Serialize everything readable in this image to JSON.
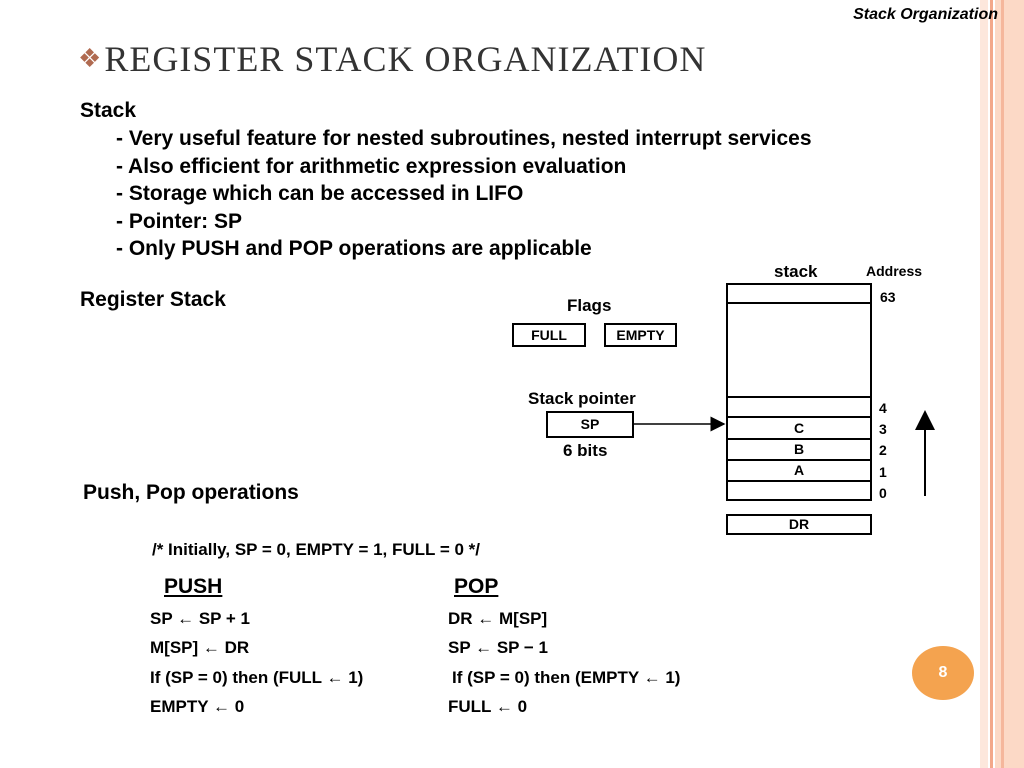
{
  "header": {
    "corner_title": "Stack Organization",
    "bullet_icon": "diamond-bullet-icon",
    "slide_title": "REGISTER  STACK  ORGANIZATION"
  },
  "stack_section": {
    "heading": "Stack",
    "bullets": [
      "- Very useful feature for nested subroutines, nested interrupt services",
      "- Also efficient for arithmetic expression evaluation",
      "- Storage which can be accessed in LIFO",
      "- Pointer:  SP",
      "- Only PUSH and POP operations are applicable"
    ]
  },
  "register_stack": {
    "heading": "Register Stack"
  },
  "diagram": {
    "stack_label": "stack",
    "address_label": "Address",
    "flags_label": "Flags",
    "full_flag": "FULL",
    "empty_flag": "EMPTY",
    "stack_pointer_label": "Stack pointer",
    "sp_box": "SP",
    "sp_bits": "6 bits",
    "cells": [
      "C",
      "B",
      "A"
    ],
    "addresses": {
      "top": "63",
      "a4": "4",
      "a3": "3",
      "a2": "2",
      "a1": "1",
      "a0": "0"
    },
    "dr_box": "DR"
  },
  "operations": {
    "heading": "Push, Pop operations",
    "comment": "/*  Initially, SP = 0, EMPTY = 1, FULL = 0  */",
    "push": {
      "title": "PUSH",
      "lines": [
        "SP ← SP + 1",
        "M[SP] ← DR",
        "If (SP = 0) then (FULL ← 1)",
        "EMPTY ← 0"
      ]
    },
    "pop": {
      "title": "POP",
      "lines": [
        "DR ← M[SP]",
        "SP ← SP − 1",
        "If (SP = 0) then (EMPTY ← 1)",
        "FULL ← 0"
      ]
    }
  },
  "footer": {
    "page_number": "8",
    "badge_color": "#f4a34f"
  }
}
